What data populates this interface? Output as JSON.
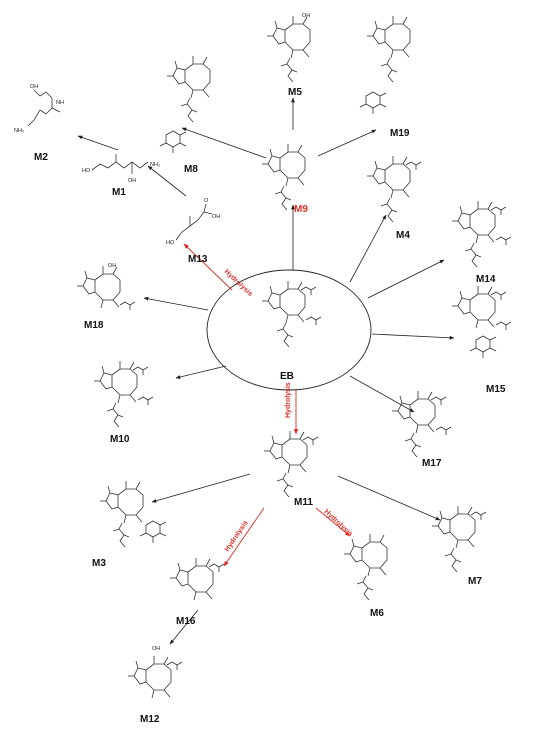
{
  "center": {
    "label": "EB"
  },
  "hydrolysis_label": "Hydrolysis",
  "compounds": [
    {
      "id": "M1",
      "label": "M1"
    },
    {
      "id": "M2",
      "label": "M2"
    },
    {
      "id": "M3",
      "label": "M3"
    },
    {
      "id": "M4",
      "label": "M4"
    },
    {
      "id": "M5",
      "label": "M5"
    },
    {
      "id": "M6",
      "label": "M6"
    },
    {
      "id": "M7",
      "label": "M7"
    },
    {
      "id": "M8",
      "label": "M8"
    },
    {
      "id": "M9",
      "label": "M9",
      "highlight": true
    },
    {
      "id": "M10",
      "label": "M10"
    },
    {
      "id": "M11",
      "label": "M11"
    },
    {
      "id": "M12",
      "label": "M12"
    },
    {
      "id": "M13",
      "label": "M13"
    },
    {
      "id": "M14",
      "label": "M14"
    },
    {
      "id": "M15",
      "label": "M15"
    },
    {
      "id": "M16",
      "label": "M16"
    },
    {
      "id": "M17",
      "label": "M17"
    },
    {
      "id": "M18",
      "label": "M18"
    },
    {
      "id": "M19",
      "label": "M19"
    }
  ],
  "atoms": {
    "oh": "OH",
    "o": "O",
    "h": "H",
    "nh": "NH",
    "nh2": "NH₂",
    "ho": "HO"
  },
  "colors": {
    "arrow": "#222222",
    "hydrolysis": "#e0302a",
    "bond": "#333333"
  }
}
